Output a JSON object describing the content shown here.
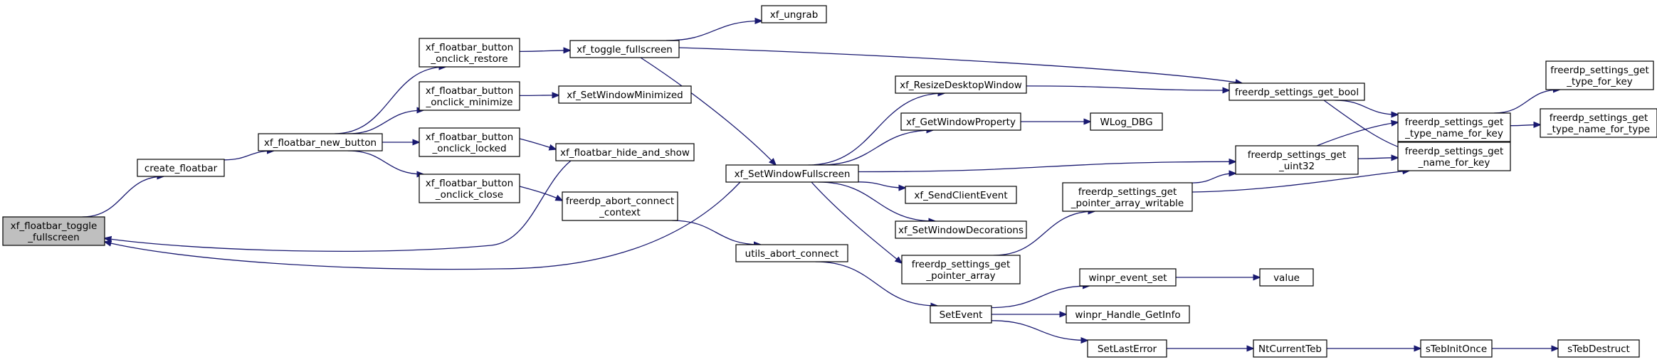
{
  "colors": {
    "node_fill": "#ffffff",
    "root_fill": "#bfbfbf",
    "border": "#000000",
    "edge": "#191970"
  },
  "nodes": [
    {
      "id": "root",
      "lines": [
        "xf_floatbar_toggle",
        "_fullscreen"
      ],
      "root": true
    },
    {
      "id": "create_floatbar",
      "lines": [
        "create_floatbar"
      ]
    },
    {
      "id": "new_button",
      "lines": [
        "xf_floatbar_new_button"
      ]
    },
    {
      "id": "onclick_restore",
      "lines": [
        "xf_floatbar_button",
        "_onclick_restore"
      ]
    },
    {
      "id": "onclick_minimize",
      "lines": [
        "xf_floatbar_button",
        "_onclick_minimize"
      ]
    },
    {
      "id": "onclick_locked",
      "lines": [
        "xf_floatbar_button",
        "_onclick_locked"
      ]
    },
    {
      "id": "onclick_close",
      "lines": [
        "xf_floatbar_button",
        "_onclick_close"
      ]
    },
    {
      "id": "toggle_fullscreen",
      "lines": [
        "xf_toggle_fullscreen"
      ]
    },
    {
      "id": "ungrab",
      "lines": [
        "xf_ungrab"
      ]
    },
    {
      "id": "set_window_minimized",
      "lines": [
        "xf_SetWindowMinimized"
      ]
    },
    {
      "id": "hide_and_show",
      "lines": [
        "xf_floatbar_hide_and_show"
      ]
    },
    {
      "id": "abort_connect_context",
      "lines": [
        "freerdp_abort_connect",
        "_context"
      ]
    },
    {
      "id": "set_window_fullscreen",
      "lines": [
        "xf_SetWindowFullscreen"
      ]
    },
    {
      "id": "utils_abort_connect",
      "lines": [
        "utils_abort_connect"
      ]
    },
    {
      "id": "resize_desktop_window",
      "lines": [
        "xf_ResizeDesktopWindow"
      ]
    },
    {
      "id": "get_window_property",
      "lines": [
        "xf_GetWindowProperty"
      ]
    },
    {
      "id": "send_client_event",
      "lines": [
        "xf_SendClientEvent"
      ]
    },
    {
      "id": "set_window_decorations",
      "lines": [
        "xf_SetWindowDecorations"
      ]
    },
    {
      "id": "get_pointer_array",
      "lines": [
        "freerdp_settings_get",
        "_pointer_array"
      ]
    },
    {
      "id": "set_event",
      "lines": [
        "SetEvent"
      ]
    },
    {
      "id": "wlog_dbg",
      "lines": [
        "WLog_DBG"
      ]
    },
    {
      "id": "get_pointer_array_writable",
      "lines": [
        "freerdp_settings_get",
        "_pointer_array_writable"
      ]
    },
    {
      "id": "winpr_event_set",
      "lines": [
        "winpr_event_set"
      ]
    },
    {
      "id": "winpr_handle_getinfo",
      "lines": [
        "winpr_Handle_GetInfo"
      ]
    },
    {
      "id": "set_last_error",
      "lines": [
        "SetLastError"
      ]
    },
    {
      "id": "get_bool",
      "lines": [
        "freerdp_settings_get_bool"
      ]
    },
    {
      "id": "get_uint32",
      "lines": [
        "freerdp_settings_get",
        "_uint32"
      ]
    },
    {
      "id": "value",
      "lines": [
        "value"
      ]
    },
    {
      "id": "nt_current_teb",
      "lines": [
        "NtCurrentTeb"
      ]
    },
    {
      "id": "get_type_name_for_key",
      "lines": [
        "freerdp_settings_get",
        "_type_name_for_key"
      ]
    },
    {
      "id": "get_name_for_key",
      "lines": [
        "freerdp_settings_get",
        "_name_for_key"
      ]
    },
    {
      "id": "steb_init_once",
      "lines": [
        "sTebInitOnce"
      ]
    },
    {
      "id": "get_type_for_key",
      "lines": [
        "freerdp_settings_get",
        "_type_for_key"
      ]
    },
    {
      "id": "get_type_name_for_type",
      "lines": [
        "freerdp_settings_get",
        "_type_name_for_type"
      ]
    },
    {
      "id": "steb_destruct",
      "lines": [
        "sTebDestruct"
      ]
    }
  ],
  "edges": [
    {
      "from": "root",
      "to": "create_floatbar"
    },
    {
      "from": "create_floatbar",
      "to": "new_button"
    },
    {
      "from": "new_button",
      "to": "onclick_restore"
    },
    {
      "from": "new_button",
      "to": "onclick_minimize"
    },
    {
      "from": "new_button",
      "to": "onclick_locked"
    },
    {
      "from": "new_button",
      "to": "onclick_close"
    },
    {
      "from": "onclick_restore",
      "to": "toggle_fullscreen"
    },
    {
      "from": "onclick_minimize",
      "to": "set_window_minimized"
    },
    {
      "from": "onclick_locked",
      "to": "hide_and_show"
    },
    {
      "from": "onclick_close",
      "to": "abort_connect_context"
    },
    {
      "from": "hide_and_show",
      "to": "root"
    },
    {
      "from": "toggle_fullscreen",
      "to": "ungrab"
    },
    {
      "from": "toggle_fullscreen",
      "to": "get_bool"
    },
    {
      "from": "toggle_fullscreen",
      "to": "set_window_fullscreen"
    },
    {
      "from": "set_window_fullscreen",
      "to": "root"
    },
    {
      "from": "abort_connect_context",
      "to": "utils_abort_connect"
    },
    {
      "from": "utils_abort_connect",
      "to": "set_event"
    },
    {
      "from": "set_window_fullscreen",
      "to": "resize_desktop_window"
    },
    {
      "from": "set_window_fullscreen",
      "to": "get_window_property"
    },
    {
      "from": "set_window_fullscreen",
      "to": "get_uint32"
    },
    {
      "from": "set_window_fullscreen",
      "to": "send_client_event"
    },
    {
      "from": "set_window_fullscreen",
      "to": "set_window_decorations"
    },
    {
      "from": "set_window_fullscreen",
      "to": "get_pointer_array"
    },
    {
      "from": "resize_desktop_window",
      "to": "get_bool"
    },
    {
      "from": "get_window_property",
      "to": "wlog_dbg"
    },
    {
      "from": "get_pointer_array",
      "to": "get_pointer_array_writable"
    },
    {
      "from": "get_pointer_array_writable",
      "to": "get_uint32"
    },
    {
      "from": "get_pointer_array_writable",
      "to": "get_name_for_key"
    },
    {
      "from": "set_event",
      "to": "winpr_event_set"
    },
    {
      "from": "set_event",
      "to": "winpr_handle_getinfo"
    },
    {
      "from": "set_event",
      "to": "set_last_error"
    },
    {
      "from": "winpr_event_set",
      "to": "value"
    },
    {
      "from": "set_last_error",
      "to": "nt_current_teb"
    },
    {
      "from": "nt_current_teb",
      "to": "steb_init_once"
    },
    {
      "from": "steb_init_once",
      "to": "steb_destruct"
    },
    {
      "from": "get_bool",
      "to": "get_type_name_for_key"
    },
    {
      "from": "get_bool",
      "to": "get_name_for_key"
    },
    {
      "from": "get_uint32",
      "to": "get_type_name_for_key"
    },
    {
      "from": "get_uint32",
      "to": "get_name_for_key"
    },
    {
      "from": "get_type_name_for_key",
      "to": "get_type_for_key"
    },
    {
      "from": "get_type_name_for_key",
      "to": "get_type_name_for_type"
    }
  ]
}
